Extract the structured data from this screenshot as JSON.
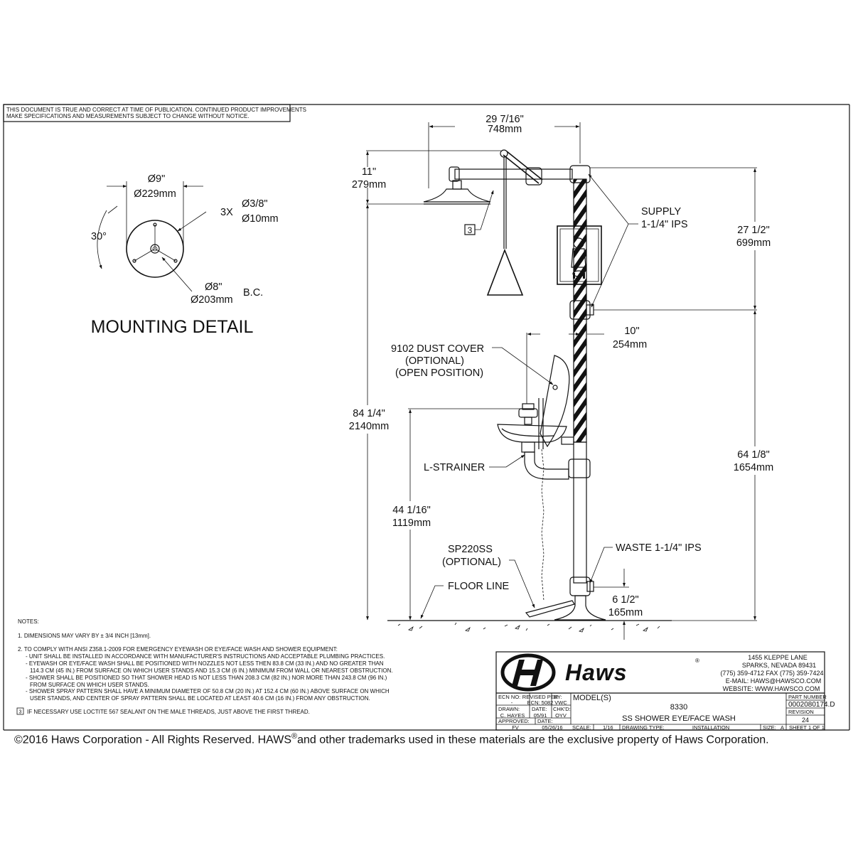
{
  "disclaimer": {
    "line1": "THIS DOCUMENT IS TRUE AND CORRECT AT TIME OF PUBLICATION. CONTINUED PRODUCT IMPROVEMENTS",
    "line2": "MAKE SPECIFICATIONS AND MEASUREMENTS SUBJECT TO CHANGE WITHOUT NOTICE."
  },
  "mounting_detail": {
    "title": "MOUNTING DETAIL",
    "dia_outer_in": "Ø9\"",
    "dia_outer_mm": "Ø229mm",
    "holes_count": "3X",
    "holes_in": "Ø3/8\"",
    "holes_mm": "Ø10mm",
    "angle": "30°",
    "bc_in": "Ø8\"",
    "bc_mm": "Ø203mm",
    "bc_label": "B.C."
  },
  "dimensions": {
    "width_in": "29 7/16\"",
    "width_mm": "748mm",
    "head_in": "11\"",
    "head_mm": "279mm",
    "supply_rise_in": "27 1/2\"",
    "supply_rise_mm": "699mm",
    "bowl_offset_in": "10\"",
    "bowl_offset_mm": "254mm",
    "total_height_in": "84 1/4\"",
    "total_height_mm": "2140mm",
    "bowl_height_in": "44 1/16\"",
    "bowl_height_mm": "1119mm",
    "supply_height_in": "64 1/8\"",
    "supply_height_mm": "1654mm",
    "waste_height_in": "6 1/2\"",
    "waste_height_mm": "165mm"
  },
  "callouts": {
    "supply_1": "SUPPLY",
    "supply_2": "1-1/4\" IPS",
    "dust_cover_1": "9102 DUST COVER",
    "dust_cover_2": "(OPTIONAL)",
    "dust_cover_3": "(OPEN POSITION)",
    "strainer": "L-STRAINER",
    "sp_1": "SP220SS",
    "sp_2": "(OPTIONAL)",
    "floor": "FLOOR LINE",
    "waste": "WASTE 1-1/4\" IPS",
    "note_ref": "3"
  },
  "notes": {
    "heading": "NOTES:",
    "n1": "1.  DIMENSIONS MAY VARY BY ± 3/4 INCH [13mm].",
    "n2": "2.  TO COMPLY WITH ANSI Z358.1-2009 FOR EMERGENCY EYEWASH OR EYE/FACE WASH AND SHOWER EQUIPMENT:",
    "n2a": "-  UNIT SHALL BE INSTALLED IN ACCORDANCE WITH MANUFACTURER'S INSTRUCTIONS AND ACCEPTABLE PLUMBING PRACTICES.",
    "n2b1": "-  EYEWASH OR EYE/FACE WASH SHALL BE POSITIONED WITH NOZZLES NOT LESS THEN 83.8 CM (33 IN.) AND NO GREATER THAN",
    "n2b2": "114.3 CM (45 IN.) FROM SURFACE ON WHICH USER STANDS AND 15.3 CM (6 IN.) MINIMUM FROM  WALL OR NEAREST OBSTRUCTION.",
    "n2c1": "-  SHOWER SHALL BE POSITIONED SO THAT SHOWER HEAD IS NOT LESS THAN 208.3 CM (82 IN.) NOR MORE THAN 243.8 CM (96 IN.)",
    "n2c2": "FROM SURFACE ON WHICH USER STANDS.",
    "n2d1": "-  SHOWER SPRAY PATTERN SHALL HAVE A MINIMUM DIAMETER OF 50.8 CM (20 IN.) AT 152.4 CM (60 IN.) ABOVE SURFACE ON WHICH",
    "n2d2": "USER STANDS, AND CENTER OF SPRAY PATTERN SHALL BE LOCATED AT LEAST 40.6 CM (16 IN.) FROM ANY OBSTRUCTION.",
    "n3_ref": "3",
    "n3": "IF NECESSARY USE LOCTITE 567 SEALANT ON THE MALE THREADS, JUST ABOVE THE FIRST THREAD."
  },
  "title_block": {
    "brand": "Haws",
    "registered": "®",
    "address_1": "1455 KLEPPE LANE",
    "address_2": "SPARKS, NEVADA  89431",
    "phone": "(775) 359-4712  FAX (775) 359-7424",
    "email": "E-MAIL:  HAWS@HAWSCO.COM",
    "website": "WEBSITE: WWW.HAWSCO.COM",
    "ecn_no_label": "ECN NO:",
    "ecn_no_value": "-",
    "revised_per_label": "REVISED PER",
    "revised_per_value": "ECN: 5082",
    "by_label": "BY:",
    "by_value": "VWC",
    "drawn_label": "DRAWN:",
    "drawn_value": "C. HAYES",
    "date_label": "DATE:",
    "date_value": "05/91",
    "chkd_label": "CHK'D:",
    "chkd_value": "OYV",
    "approved_label": "APPROVED:",
    "approved_value": "FV",
    "date2_label": "DATE:",
    "date2_value": "05/26/16",
    "models_label": "MODEL(S)",
    "model_number": "8330",
    "model_name": "SS SHOWER EYE/FACE WASH",
    "part_number_label": "PART NUMBER",
    "part_number": "0002080174.D",
    "revision_label": "REVISION",
    "revision": "24",
    "scale_label": "SCALE:",
    "scale_value": "1/16",
    "drawing_type_label": "DRAWING TYPE:",
    "drawing_type_value": "INSTALLATION",
    "size_label": "SIZE:",
    "size_value": "A",
    "sheet_label": "SHEET  1  OF  1"
  },
  "copyright": {
    "part1": "©2016 Haws Corporation - All Rights Reserved.  HAWS",
    "reg": "®",
    "part2": "and other trademarks used in these materials are the exclusive property of Haws Corporation."
  }
}
